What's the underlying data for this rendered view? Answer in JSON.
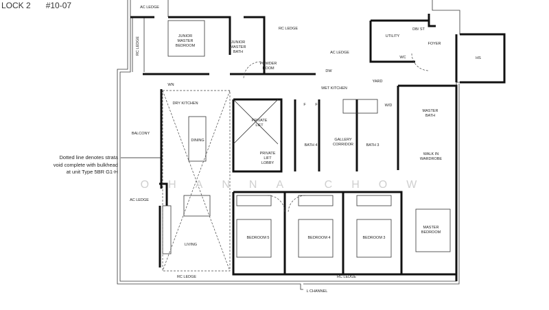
{
  "header": {
    "block": "LOCK 2",
    "unit": "#10-07"
  },
  "note": [
    "Dotted line denotes strata",
    "void complete with bulkhead",
    "at unit Type 5BR G1-H"
  ],
  "watermark": "OHANNA CHOW",
  "rooms": {
    "ac_ledge_top": "AC LEDGE",
    "rc_ledge_left": "RC LEDGE",
    "junior_master_bedroom": [
      "JUNIOR",
      "MASTER",
      "BEDROOM"
    ],
    "junior_master_bath": [
      "JUNIOR",
      "MASTER",
      "BATH"
    ],
    "rc_ledge_top": "RC LEDGE",
    "powder_room": [
      "POWDER",
      "ROOM"
    ],
    "ac_ledge_mid": "AC LEDGE",
    "utility": "UTILITY",
    "db_st": "DB/ ST",
    "wc": "WC",
    "foyer": "FOYER",
    "hs": "HS",
    "wn": "WN",
    "dw": "DW",
    "wet_kitchen": "WET KITCHEN",
    "yard": "YARD",
    "dry_kitchen": "DRY KITCHEN",
    "balcony": "BALCONY",
    "dining": "DINING",
    "private_lift": [
      "PRIVATE",
      "LIFT"
    ],
    "private_lift_lobby": [
      "PRIVATE",
      "LIFT",
      "LOBBY"
    ],
    "fridge_1": "F",
    "fridge_2": "F",
    "wd": "W/D",
    "bath_4": "BATH 4",
    "gallery_corridor": [
      "GALLERY",
      "CORRIDOR"
    ],
    "bath_3": "BATH 3",
    "master_bath": [
      "MASTER",
      "BATH"
    ],
    "walk_in_wardrobe": [
      "WALK IN",
      "WARDROBE"
    ],
    "ac_ledge_left": "AC LEDGE",
    "living": "LIVING",
    "bedroom_5": "BEDROOM 5",
    "bedroom_4": "BEDROOM 4",
    "bedroom_3": "BEDROOM 3",
    "master_bedroom": [
      "MASTER",
      "BEDROOM"
    ],
    "rc_ledge_bottom_left": "RC LEDGE",
    "rc_ledge_bottom_right": "RC LEDGE",
    "l_channel": "L CHANNEL"
  }
}
